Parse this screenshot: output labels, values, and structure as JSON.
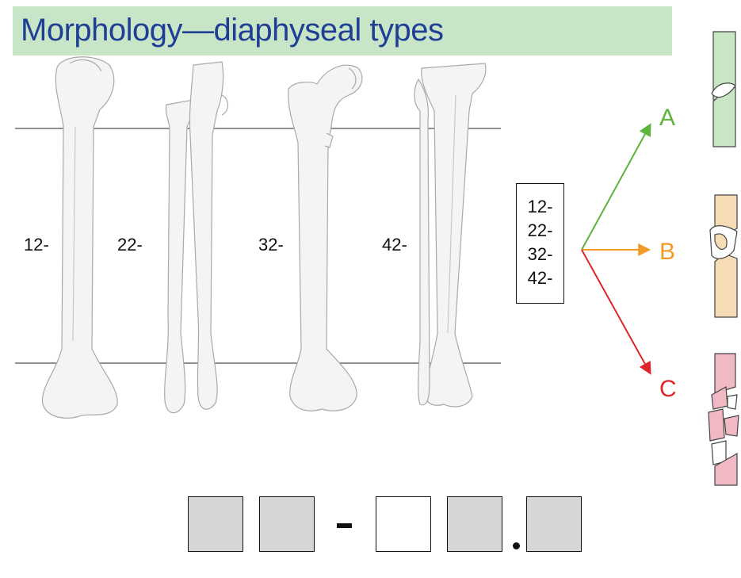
{
  "title": "Morphology—diaphyseal types",
  "bones": [
    {
      "code": "12-",
      "name": "humerus"
    },
    {
      "code": "22-",
      "name": "radius-ulna"
    },
    {
      "code": "32-",
      "name": "femur"
    },
    {
      "code": "42-",
      "name": "tibia-fibula"
    }
  ],
  "code_list": [
    "12-",
    "22-",
    "32-",
    "42-"
  ],
  "types": [
    {
      "letter": "A",
      "color": "#5cb43c",
      "fill": "#c8e5c4"
    },
    {
      "letter": "B",
      "color": "#f19a26",
      "fill": "#f6dcb4"
    },
    {
      "letter": "C",
      "color": "#e0252a",
      "fill": "#f1b9c4"
    }
  ],
  "code_format": {
    "separator": "-",
    "decimal": ".",
    "boxes": [
      "filled",
      "filled",
      "empty",
      "filled",
      "filled"
    ]
  },
  "colors": {
    "title_bg": "#c9e5c8",
    "title_text": "#1f3f94",
    "bone_fill": "#f4f4f4",
    "bone_stroke": "#a9a9a9"
  }
}
